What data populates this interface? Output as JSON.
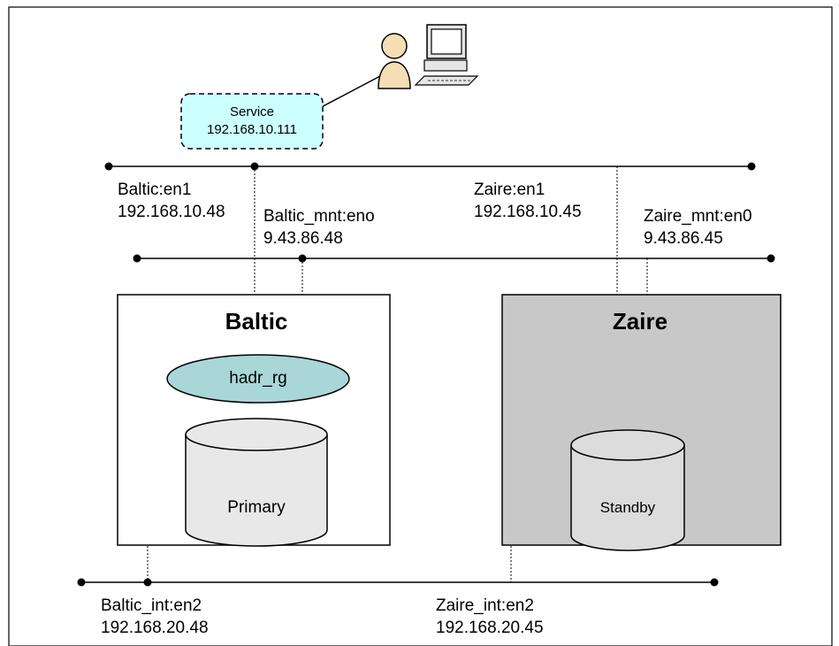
{
  "service": {
    "label": "Service",
    "ip": "192.168.10.111"
  },
  "nodes": {
    "baltic": {
      "name": "Baltic",
      "resource_group": "hadr_rg",
      "db_role": "Primary",
      "en1": {
        "name": "Baltic:en1",
        "ip": "192.168.10.48"
      },
      "mnt": {
        "name": "Baltic_mnt:eno",
        "ip": "9.43.86.48"
      },
      "int": {
        "name": "Baltic_int:en2",
        "ip": "192.168.20.48"
      }
    },
    "zaire": {
      "name": "Zaire",
      "db_role": "Standby",
      "en1": {
        "name": "Zaire:en1",
        "ip": "192.168.10.45"
      },
      "mnt": {
        "name": "Zaire_mnt:en0",
        "ip": "9.43.86.45"
      },
      "int": {
        "name": "Zaire_int:en2",
        "ip": "192.168.20.45"
      }
    }
  },
  "colors": {
    "baltic_box": "#ffffff",
    "zaire_box": "#c8c8c8",
    "service_fill": "#ccffff",
    "rg_fill": "#a9d6d6",
    "primary_db_fill": "#e8e8e8",
    "standby_db_fill": "#dcdcdc",
    "user_skin": "#f5deb3"
  },
  "icons": [
    "user-workstation-icon",
    "database-cylinder-icon"
  ]
}
